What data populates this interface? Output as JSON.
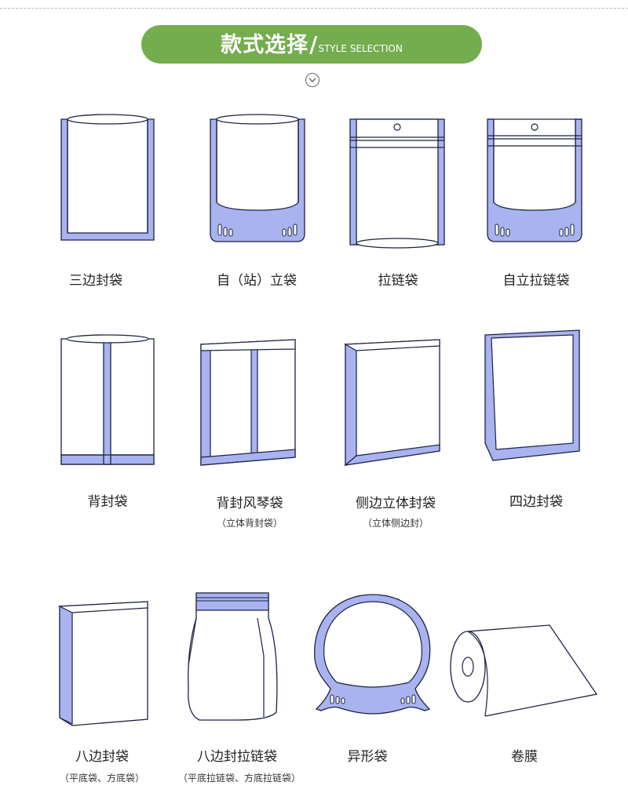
{
  "header": {
    "title_zh": "款式选择",
    "slash": "/",
    "title_en": "STYLE SELECTION"
  },
  "colors": {
    "accent_green": "#74ad4d",
    "bag_blue": "#a8b3f0",
    "outline": "#1c2340"
  },
  "bags": [
    {
      "name": "三边封袋",
      "icon": "three-side-seal-bag-icon"
    },
    {
      "name": "自（站）立袋",
      "icon": "stand-up-bag-icon"
    },
    {
      "name": "拉链袋",
      "icon": "zipper-bag-icon"
    },
    {
      "name": "自立拉链袋",
      "icon": "stand-up-zipper-bag-icon"
    },
    {
      "name": "背封袋",
      "icon": "back-seal-bag-icon"
    },
    {
      "name": "背封风琴袋",
      "sub": "（立体背封袋）",
      "icon": "back-seal-gusset-bag-icon"
    },
    {
      "name": "侧边立体封袋",
      "sub": "（立体侧边封）",
      "icon": "side-gusset-bag-icon"
    },
    {
      "name": "四边封袋",
      "icon": "four-side-seal-bag-icon"
    },
    {
      "name": "八边封袋",
      "sub": "（平底袋、方底袋）",
      "icon": "eight-side-seal-bag-icon"
    },
    {
      "name": "八边封拉链袋",
      "sub": "（平底拉链袋、方底拉链袋）",
      "icon": "eight-side-zipper-bag-icon"
    },
    {
      "name": "异形袋",
      "icon": "shaped-bag-icon"
    },
    {
      "name": "卷膜",
      "icon": "film-roll-icon"
    }
  ]
}
